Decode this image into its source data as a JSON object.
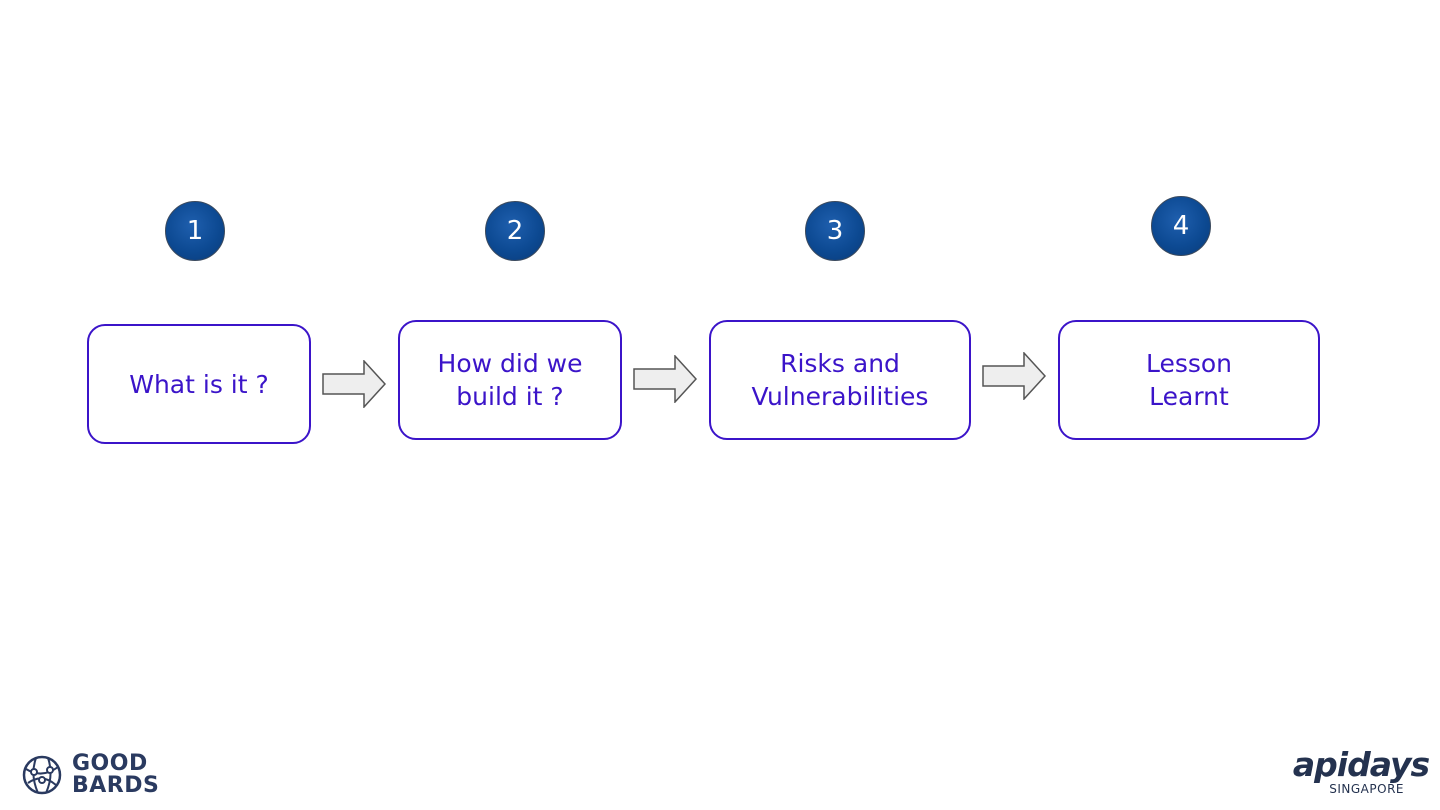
{
  "steps": [
    {
      "number": "1",
      "label": "What is it ?"
    },
    {
      "number": "2",
      "label": "How did we\nbuild it ?"
    },
    {
      "number": "3",
      "label": "Risks and\nVulnerabilities"
    },
    {
      "number": "4",
      "label": "Lesson\nLearnt"
    }
  ],
  "logos": {
    "left": {
      "text": "GOOD\nBARDS",
      "icon": "globe-network-icon"
    },
    "right": {
      "brand": "apidays",
      "sub": "SINGAPORE"
    }
  },
  "colors": {
    "box_border": "#3b14c9",
    "box_text": "#3b14c9",
    "badge_fill": "#0d4a93",
    "arrow_fill": "#eeeeee",
    "arrow_stroke": "#555555",
    "logo_text": "#2a3a60"
  }
}
